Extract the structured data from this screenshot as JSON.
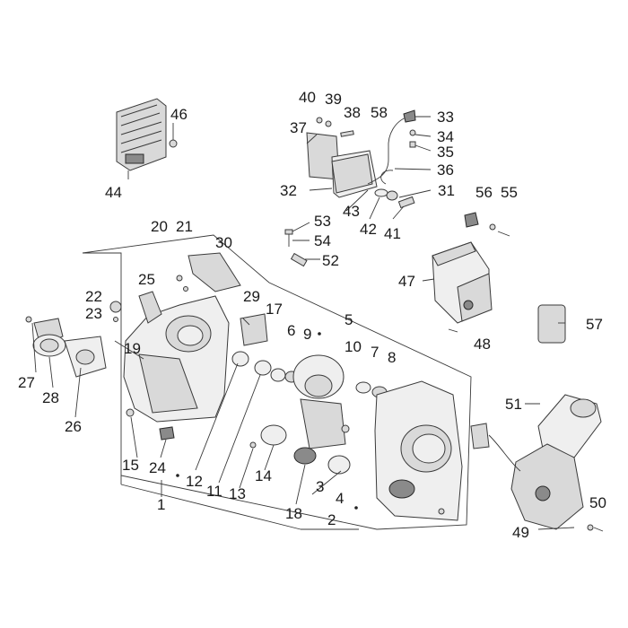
{
  "callouts": {
    "c1": "1",
    "c2": "2",
    "c3": "3",
    "c4": "4",
    "c5": "5",
    "c6": "6",
    "c7": "7",
    "c8": "8",
    "c9": "9",
    "c10": "10",
    "c11": "11",
    "c12": "12",
    "c13": "13",
    "c14": "14",
    "c15": "15",
    "c17": "17",
    "c18": "18",
    "c19": "19",
    "c20": "20",
    "c21": "21",
    "c22": "22",
    "c23": "23",
    "c24": "24",
    "c25": "25",
    "c26": "26",
    "c27": "27",
    "c28": "28",
    "c29": "29",
    "c30": "30",
    "c31": "31",
    "c32": "32",
    "c33": "33",
    "c34": "34",
    "c35": "35",
    "c36": "36",
    "c37": "37",
    "c38": "38",
    "c39": "39",
    "c40": "40",
    "c41": "41",
    "c42": "42",
    "c43": "43",
    "c44": "44",
    "c46": "46",
    "c47": "47",
    "c48": "48",
    "c49": "49",
    "c50": "50",
    "c51": "51",
    "c52": "52",
    "c53": "53",
    "c54": "54",
    "c55": "55",
    "c56": "56",
    "c57": "57",
    "c58": "58"
  }
}
